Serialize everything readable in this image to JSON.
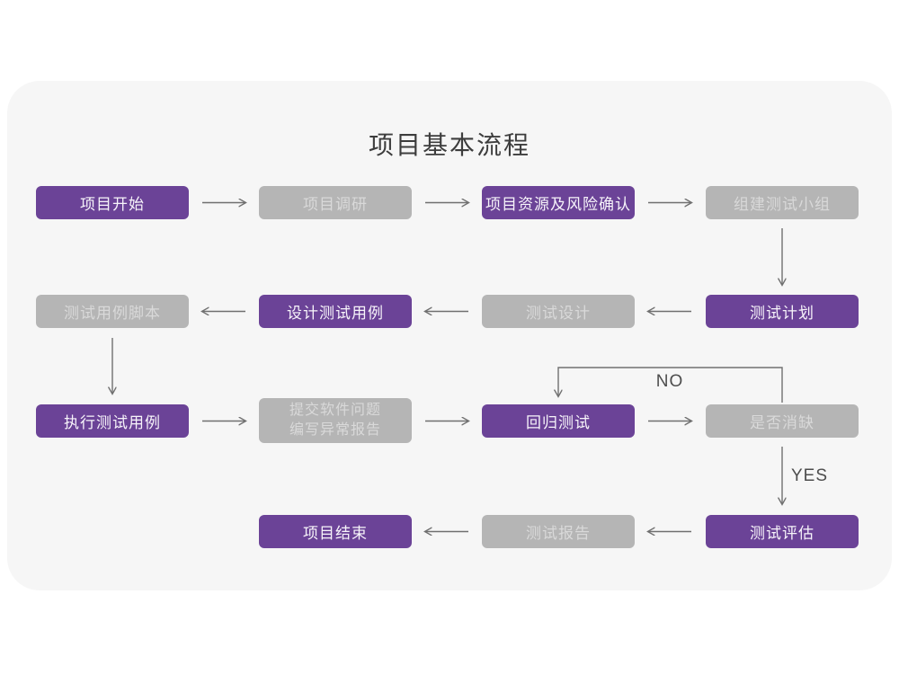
{
  "page": {
    "title": "项目基本流程"
  },
  "colors": {
    "node_purple": "#6b4397",
    "node_gray": "#b5b5b5",
    "card_background": "#f6f6f6",
    "page_background": "#ffffff",
    "arrow_line": "#707070",
    "title_text": "#3d3d3d",
    "purple_node_text": "#f7f4fa",
    "gray_node_text": "#d9d9d9"
  },
  "flow": {
    "nodes": [
      {
        "id": "project-start",
        "label": "项目开始",
        "type": "purple"
      },
      {
        "id": "project-research",
        "label": "项目调研",
        "type": "gray"
      },
      {
        "id": "resources-risk-confirm",
        "label": "项目资源及风险确认",
        "type": "purple"
      },
      {
        "id": "build-test-team",
        "label": "组建测试小组",
        "type": "gray"
      },
      {
        "id": "test-plan",
        "label": "测试计划",
        "type": "purple"
      },
      {
        "id": "test-design",
        "label": "测试设计",
        "type": "gray"
      },
      {
        "id": "design-test-cases",
        "label": "设计测试用例",
        "type": "purple"
      },
      {
        "id": "test-case-script",
        "label": "测试用例脚本",
        "type": "gray"
      },
      {
        "id": "execute-test-cases",
        "label": "执行测试用例",
        "type": "purple"
      },
      {
        "id": "submit-issues-report",
        "label": "提交软件问题\n编写异常报告",
        "type": "gray"
      },
      {
        "id": "regression-test",
        "label": "回归测试",
        "type": "purple"
      },
      {
        "id": "defect-cleared",
        "label": "是否消缺",
        "type": "gray"
      },
      {
        "id": "test-evaluation",
        "label": "测试评估",
        "type": "purple"
      },
      {
        "id": "test-report",
        "label": "测试报告",
        "type": "gray"
      },
      {
        "id": "project-end",
        "label": "项目结束",
        "type": "purple"
      }
    ],
    "edge_labels": {
      "no": "NO",
      "yes": "YES"
    }
  }
}
